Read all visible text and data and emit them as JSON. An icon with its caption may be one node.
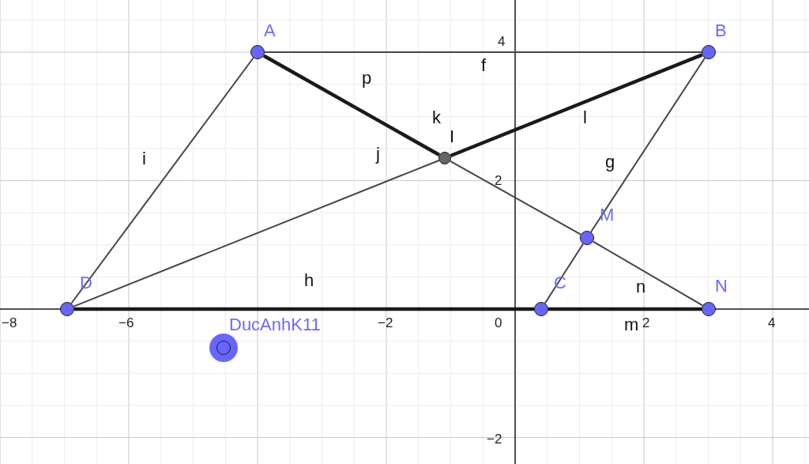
{
  "diagram": {
    "nodes": [
      {
        "text": [
          "A"
        ]
      },
      {
        "text": [
          "B"
        ]
      },
      {
        "text": [
          "I"
        ]
      },
      {
        "text": [
          "M"
        ]
      },
      {
        "text": [
          "D"
        ]
      },
      {
        "text": [
          "C"
        ]
      },
      {
        "text": [
          "N"
        ]
      },
      {
        "text": [
          "DucAnhK11"
        ]
      }
    ],
    "edges": [
      {
        "from": 0,
        "to": 1,
        "arrow": "none",
        "label": "f"
      },
      {
        "from": 0,
        "to": 2,
        "arrow": "none",
        "label": "p",
        "style": "thick",
        "color": "#1a1a1a"
      },
      {
        "from": 2,
        "to": 1,
        "arrow": "none",
        "label": "l",
        "style": "thick",
        "color": "#1a1a1a"
      },
      {
        "from": 4,
        "to": 2,
        "arrow": "none",
        "label": "j"
      },
      {
        "from": 0,
        "to": 4,
        "arrow": "none",
        "label": "i"
      },
      {
        "from": 4,
        "to": 5,
        "arrow": "none",
        "label": "h",
        "style": "thick",
        "color": "#1a1a1a"
      },
      {
        "from": 5,
        "to": 6,
        "arrow": "none",
        "label": "m",
        "style": "thick",
        "color": "#1a1a1a"
      },
      {
        "from": 1,
        "to": 3,
        "arrow": "none",
        "label": "g"
      },
      {
        "from": 3,
        "to": 5,
        "arrow": "none"
      },
      {
        "from": 2,
        "to": 3,
        "arrow": "none",
        "label": "k"
      },
      {
        "from": 3,
        "to": 6,
        "arrow": "none",
        "label": "n"
      }
    ],
    "labels": [
      "−8",
      "−6",
      "−2",
      "0",
      "2",
      "4",
      "4",
      "2",
      "−2"
    ]
  }
}
